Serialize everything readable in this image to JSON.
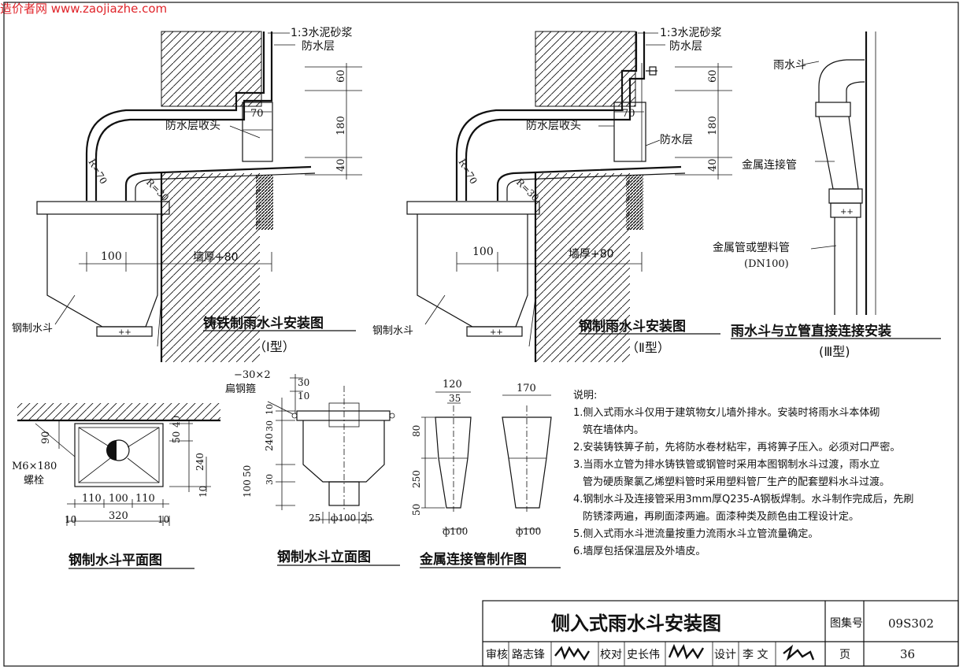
{
  "watermark": "造价者网 www.zaojiazhe.com",
  "fig1": {
    "mortar": "1:3水泥砂浆",
    "waterproof": "防水层",
    "waterproof_end": "防水层收头",
    "dim_60": "60",
    "dim_180": "180",
    "dim_40": "40",
    "dim_70": "70",
    "r70": "R=70",
    "r30": "R=30",
    "dim_100": "100",
    "wall_plus": "墙厚+80",
    "hopper": "钢制水斗",
    "title": "铸铁制雨水斗安装图",
    "type": "（Ⅰ型）"
  },
  "fig2": {
    "mortar": "1:3水泥砂浆",
    "waterproof": "防水层",
    "waterproof_end": "防水层收头",
    "waterproof2": "防水层",
    "dim_60": "60",
    "dim_180": "180",
    "dim_40": "40",
    "dim_70": "70",
    "r70": "R=70",
    "r30": "R=30",
    "dim_100": "100",
    "wall_plus": "墙厚+80",
    "hopper": "钢制水斗",
    "title": "钢制雨水斗安装图",
    "type": "（Ⅱ型）"
  },
  "fig3": {
    "hopper": "雨水斗",
    "connector": "金属连接管",
    "pipe": "金属管或塑料管",
    "pipe_dn": "(DN100)",
    "title": "雨水斗与立管直接连接安装",
    "type": "(Ⅲ型)"
  },
  "plan": {
    "dim_90": "90",
    "bolt": "M6×180",
    "bolt2": "螺栓",
    "dim_50": "50",
    "dim_40": "40",
    "dim_240": "240",
    "dim_10": "10",
    "dim_110a": "110",
    "dim_100": "100",
    "dim_110b": "110",
    "dim_10a": "10",
    "dim_320": "320",
    "dim_10b": "10",
    "title": "钢制水斗平面图"
  },
  "elev": {
    "flat": "−30×2",
    "flat2": "扁钢箍",
    "dim_30a": "30",
    "dim_10": "10",
    "dim_10b": "10",
    "dim_30b": "30",
    "dim_240": "240",
    "dim_100": "100",
    "dim_50": "50",
    "dim_30c": "30",
    "dim_25a": "25",
    "dim_phi": "ф100",
    "dim_25b": "25",
    "title": "钢制水斗立面图"
  },
  "conn": {
    "dim_120": "120",
    "dim_35": "35",
    "dim_170": "170",
    "dim_80": "80",
    "dim_250": "250",
    "dim_50": "50",
    "phi_a": "ф100",
    "phi_b": "ф100",
    "title": "金属连接管制作图"
  },
  "notes": {
    "heading": "说明:",
    "items": [
      "1.侧入式雨水斗仅用于建筑物女儿墙外排水。安装时将雨水斗本体砌",
      "筑在墙体内。",
      "2.安装铸铁箅子前，先将防水卷材粘牢，再将箅子压入。必须对口严密。",
      "3.当雨水立管为排水铸铁管或钢管时采用本图钢制水斗过渡，雨水立",
      "管为硬质聚氯乙烯塑料管时采用塑料管厂生产的配套塑料水斗过渡。",
      "4.钢制水斗及连接管采用3mm厚Q235-A钢板焊制。水斗制作完成后，先刷",
      "防锈漆两遍，再刷面漆两遍。面漆种类及颜色由工程设计定。",
      "5.侧入式雨水斗泄流量按重力流雨水斗立管流量确定。",
      "6.墙厚包括保温层及外墙皮。"
    ]
  },
  "titleblock": {
    "title": "侧入式雨水斗安装图",
    "atlas_label": "图集号",
    "atlas_no": "09S302",
    "page_label": "页",
    "page_no": "36",
    "review": "审核",
    "reviewer": "路志锋",
    "check": "校对",
    "checker": "史长伟",
    "design": "设计",
    "designer": "李 文"
  }
}
